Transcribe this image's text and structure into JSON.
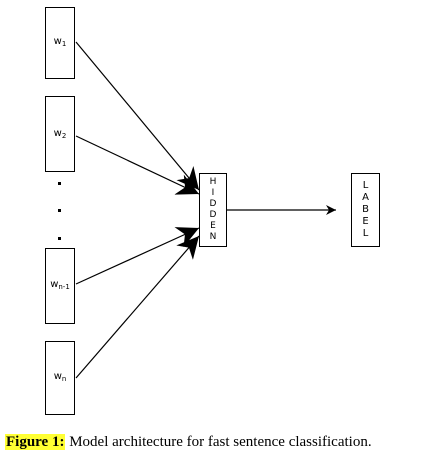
{
  "inputs": [
    {
      "base": "w",
      "sub": "1"
    },
    {
      "base": "w",
      "sub": "2"
    },
    {
      "base": "w",
      "sub": "n-1"
    },
    {
      "base": "w",
      "sub": "n"
    }
  ],
  "ellipsis": ".",
  "hidden": {
    "letters": [
      "H",
      "I",
      "D",
      "D",
      "E",
      "N"
    ]
  },
  "label": {
    "letters": [
      "L",
      "A",
      "B",
      "E",
      "L"
    ]
  },
  "caption": {
    "tag": "Figure 1:",
    "text": "Model architecture for fast sentence classification."
  },
  "colors": {
    "caption_highlight": "#ffff33",
    "stroke": "#000000"
  }
}
